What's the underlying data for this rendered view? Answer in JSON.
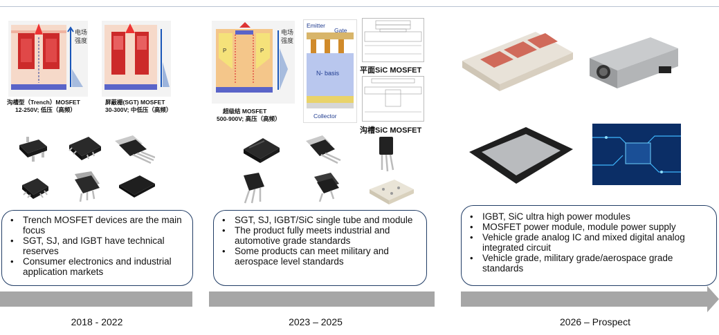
{
  "stages": [
    {
      "year": "2018 - 2022",
      "bullets": [
        "Trench MOSFET devices are the main focus",
        "SGT, SJ, and IGBT have technical reserves",
        "Consumer electronics and industrial application markets"
      ],
      "figures": [
        {
          "title": "沟槽型（Trench）MOSFET",
          "spec": "12-250V; 低压（高频）",
          "axis": "电场强度"
        },
        {
          "title": "屏蔽栅(SGT) MOSFET",
          "spec": "30-300V; 中低压（高频）"
        }
      ]
    },
    {
      "year": "2023 – 2025",
      "bullets": [
        "SGT, SJ, IGBT/SiC single tube and module",
        "The product fully meets industrial and automotive grade standards",
        "Some products can meet military and aerospace level standards"
      ],
      "figures": [
        {
          "title": "超级结 MOSFET",
          "spec": "500-900V; 高压（高频）",
          "axis": "电场强度"
        },
        {
          "labels": [
            "Emitter",
            "Gate",
            "N- basis",
            "Collector"
          ]
        },
        {
          "title": "平面SiC MOSFET"
        },
        {
          "title": "沟槽SiC MOSFET"
        }
      ]
    },
    {
      "year": "2026 – Prospect",
      "bullets": [
        "IGBT, SiC ultra high power modules",
        "MOSFET power module, module power supply",
        "Vehicle grade analog IC and mixed digital analog integrated circuit",
        "Vehicle grade, military grade/aerospace grade standards"
      ]
    }
  ],
  "colors": {
    "arrow": "#a6a6a6",
    "box_border": "#1f3b64",
    "accent": "#1a56b8"
  }
}
